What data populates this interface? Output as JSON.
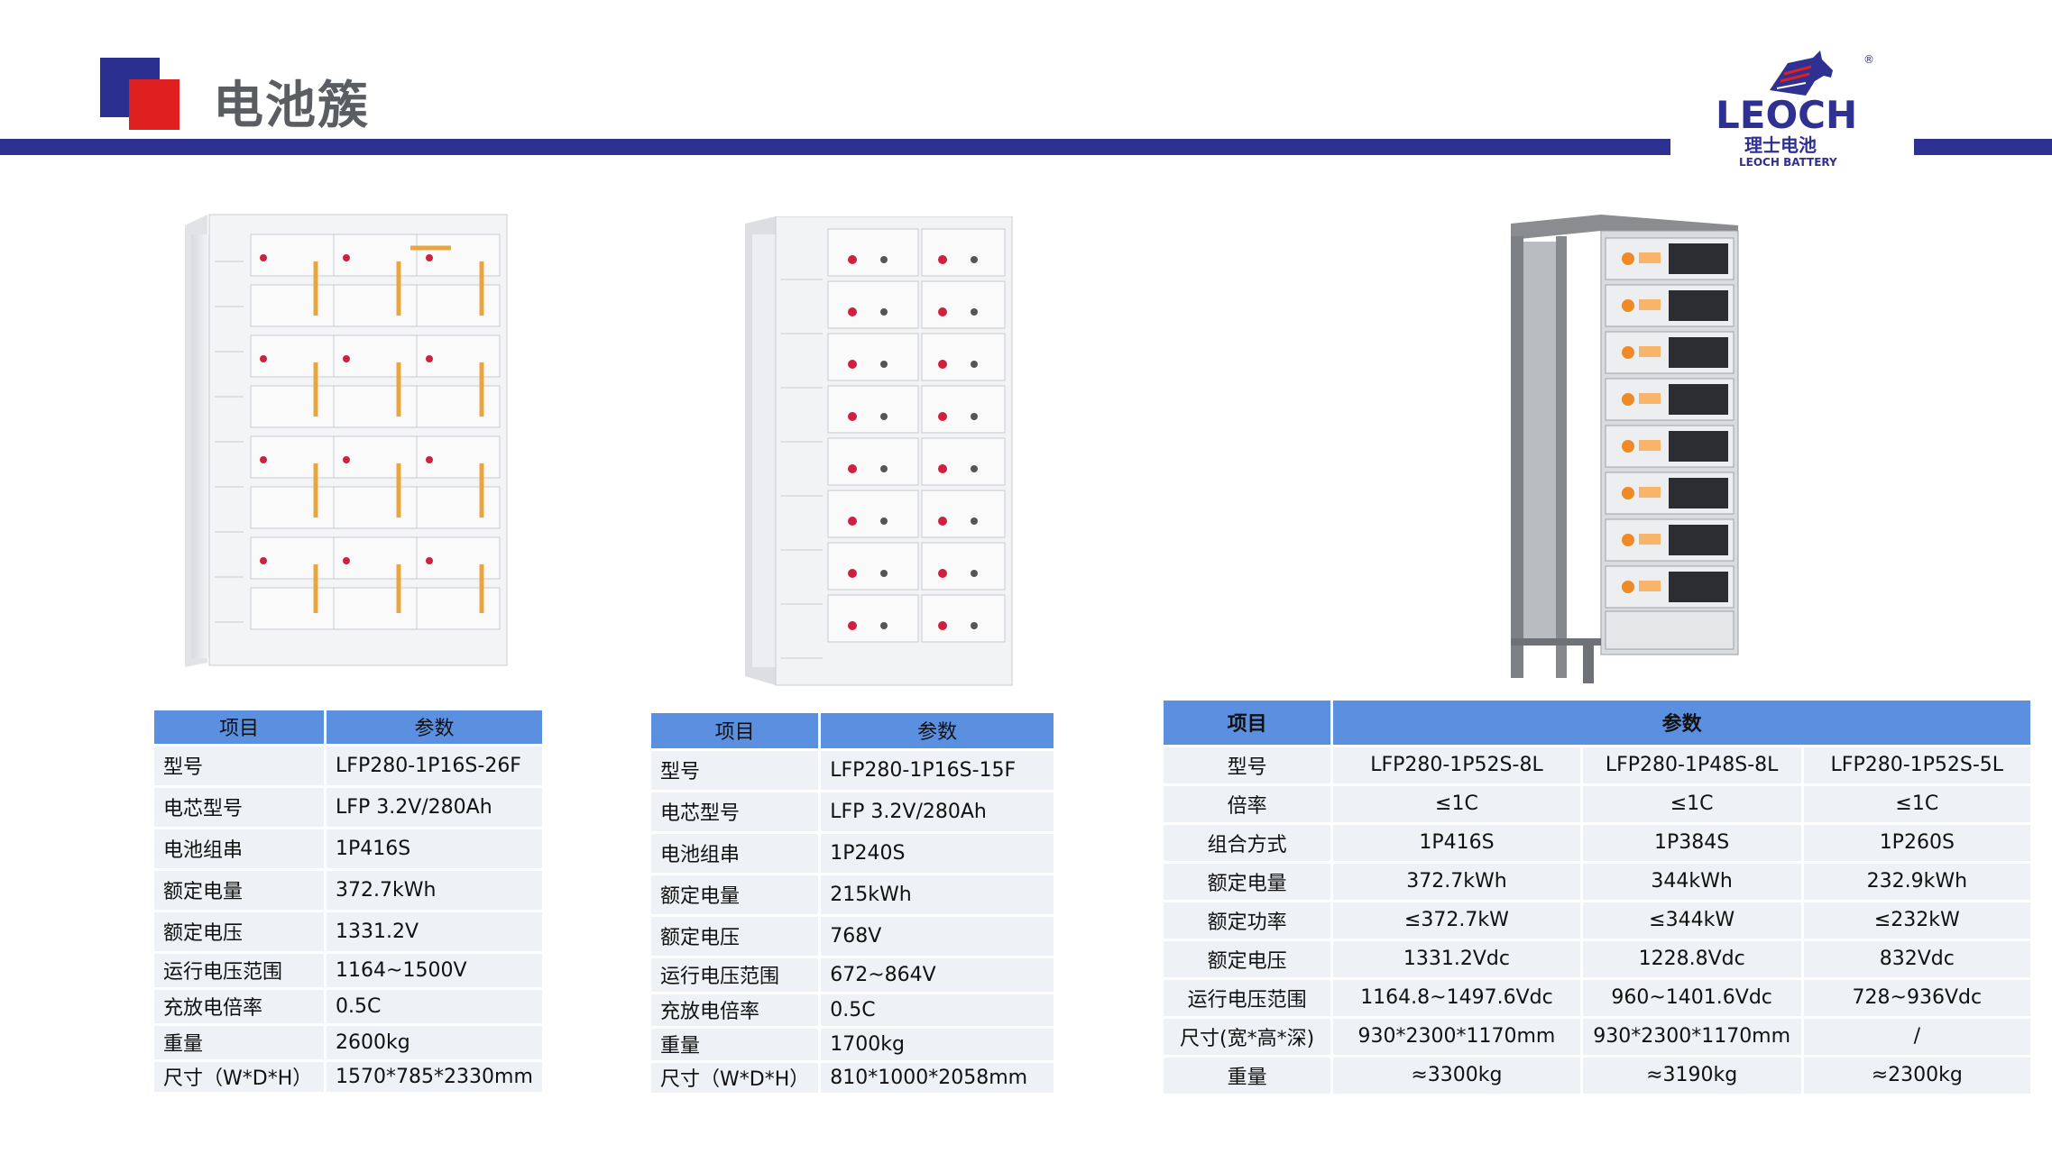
{
  "header": {
    "title": "电池簇",
    "accent_blue": "#2e3192",
    "accent_red": "#e02020"
  },
  "logo": {
    "brand_text": "LEOCH",
    "cn_text": "理士电池",
    "en_text": "LEOCH BATTERY",
    "registered": "®",
    "icon": "horse-head-icon"
  },
  "table1": {
    "headers": [
      "项目",
      "参数"
    ],
    "rows": [
      [
        "型号",
        "LFP280-1P16S-26F"
      ],
      [
        "电芯型号",
        "LFP 3.2V/280Ah"
      ],
      [
        "电池组串",
        "1P416S"
      ],
      [
        "额定电量",
        "372.7kWh"
      ],
      [
        "额定电压",
        "1331.2V"
      ],
      [
        "运行电压范围",
        "1164~1500V"
      ],
      [
        "充放电倍率",
        "0.5C"
      ],
      [
        "重量",
        "2600kg"
      ],
      [
        "尺寸（W*D*H）",
        "1570*785*2330mm"
      ]
    ]
  },
  "table2": {
    "headers": [
      "项目",
      "参数"
    ],
    "rows": [
      [
        "型号",
        "LFP280-1P16S-15F"
      ],
      [
        "电芯型号",
        "LFP 3.2V/280Ah"
      ],
      [
        "电池组串",
        "1P240S"
      ],
      [
        "额定电量",
        "215kWh"
      ],
      [
        "额定电压",
        "768V"
      ],
      [
        "运行电压范围",
        "672~864V"
      ],
      [
        "充放电倍率",
        "0.5C"
      ],
      [
        "重量",
        "1700kg"
      ],
      [
        "尺寸（W*D*H）",
        "810*1000*2058mm"
      ]
    ]
  },
  "table3": {
    "headers": [
      "项目",
      "参数"
    ],
    "rows": [
      [
        "型号",
        "LFP280-1P52S-8L",
        "LFP280-1P48S-8L",
        "LFP280-1P52S-5L"
      ],
      [
        "倍率",
        "≤1C",
        "≤1C",
        "≤1C"
      ],
      [
        "组合方式",
        "1P416S",
        "1P384S",
        "1P260S"
      ],
      [
        "额定电量",
        "372.7kWh",
        "344kWh",
        "232.9kWh"
      ],
      [
        "额定功率",
        "≤372.7kW",
        "≤344kW",
        "≤232kW"
      ],
      [
        "额定电压",
        "1331.2Vdc",
        "1228.8Vdc",
        "832Vdc"
      ],
      [
        "运行电压范围",
        "1164.8~1497.6Vdc",
        "960~1401.6Vdc",
        "728~936Vdc"
      ],
      [
        "尺寸(宽*高*深)",
        "930*2300*1170mm",
        "930*2300*1170mm",
        "/"
      ],
      [
        "重量",
        "≈3300kg",
        "≈3190kg",
        "≈2300kg"
      ]
    ]
  }
}
